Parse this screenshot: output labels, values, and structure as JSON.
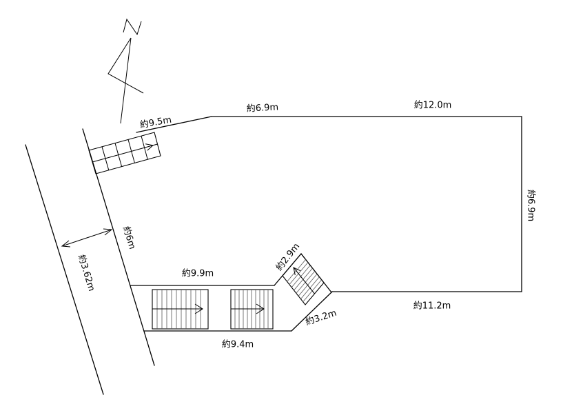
{
  "icons": {
    "north_arrow": "north-arrow-icon",
    "dimension_arrow": "double-arrow-icon",
    "stairs": "stairs-icon"
  },
  "dimensions": {
    "upper_left_edge": "約9.5m",
    "top_edge_left": "約6.9m",
    "top_edge_right": "約12.0m",
    "right_edge": "約6.9m",
    "frontage": "約6m",
    "road_width": "約3.62m",
    "lower_inner_edge": "約9.9m",
    "step_edge": "約2.9m",
    "bottom_diagonal": "約3.2m",
    "bottom_right_edge": "約11.2m",
    "bottom_edge": "約9.4m"
  },
  "colors": {
    "line": "#000000",
    "tread": "#555555",
    "background": "#ffffff"
  }
}
